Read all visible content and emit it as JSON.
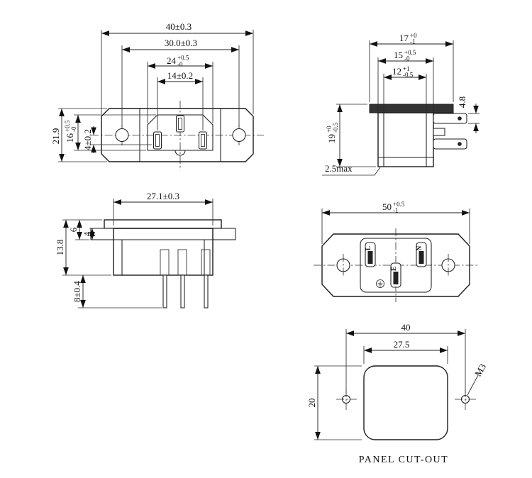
{
  "views": {
    "front": {
      "dim_overall_width": "40±0.3",
      "dim_hole_spacing": "30.0±0.3",
      "dim_opening": {
        "v": "24",
        "u": "+0.5",
        "d": "-0"
      },
      "dim_pin_spacing": "14±0.2",
      "dim_overall_height": "21.9",
      "dim_recess_height": {
        "v": "16",
        "u": "+0.5",
        "d": "-0"
      },
      "dim_pin_offset": "4±0.2"
    },
    "side": {
      "dim_depth_flange": {
        "v": "17",
        "u": "+0",
        "d": "-1"
      },
      "dim_depth_body": {
        "v": "15",
        "u": "+0.5",
        "d": "-0"
      },
      "dim_depth_inner": {
        "v": "12",
        "u": "+1",
        "d": "-0.5"
      },
      "dim_tab_width": "4.8",
      "dim_height": {
        "v": "19",
        "u": "+0",
        "d": "-0.5"
      },
      "dim_panel_max": "2.5max"
    },
    "bottom": {
      "dim_body_width": "27.1±0.3",
      "dim_step_a": "6",
      "dim_step_b": "4",
      "dim_body_height": "13.8",
      "dim_pin_length": "8±0.4"
    },
    "face": {
      "dim_overall_width": {
        "v": "50",
        "u": "+0.5",
        "d": "-1"
      },
      "marking_line": "L",
      "marking_neutral": "N",
      "marking_earth": "E"
    },
    "cutout": {
      "dim_hole_spacing": "40",
      "dim_width": "27.5",
      "dim_height": "20",
      "thread_label": "M3",
      "caption": "PANEL CUT-OUT"
    }
  }
}
